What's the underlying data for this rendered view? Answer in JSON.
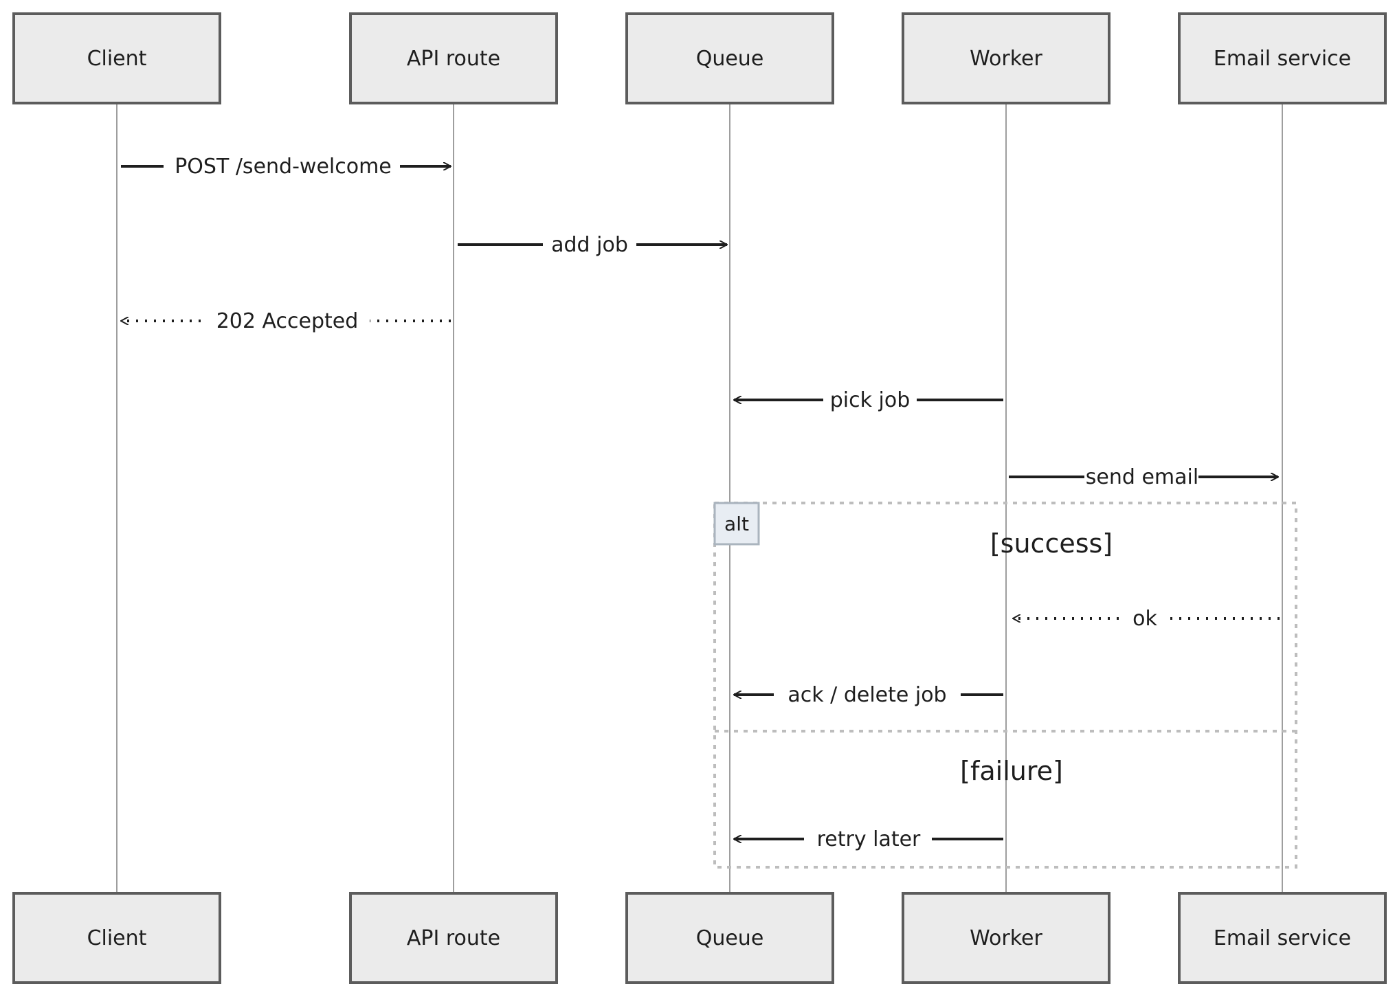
{
  "diagram": {
    "participants": [
      {
        "id": "client",
        "label": "Client"
      },
      {
        "id": "api",
        "label": "API route"
      },
      {
        "id": "queue",
        "label": "Queue"
      },
      {
        "id": "worker",
        "label": "Worker"
      },
      {
        "id": "email",
        "label": "Email service"
      }
    ],
    "messages": [
      {
        "from": "client",
        "to": "api",
        "label": "POST /send-welcome",
        "style": "solid"
      },
      {
        "from": "api",
        "to": "queue",
        "label": "add job",
        "style": "solid"
      },
      {
        "from": "api",
        "to": "client",
        "label": "202 Accepted",
        "style": "dotted"
      },
      {
        "from": "worker",
        "to": "queue",
        "label": "pick job",
        "style": "solid"
      },
      {
        "from": "worker",
        "to": "email",
        "label": "send email",
        "style": "solid"
      },
      {
        "from": "email",
        "to": "worker",
        "label": "ok",
        "style": "dotted"
      },
      {
        "from": "worker",
        "to": "queue",
        "label": "ack / delete job",
        "style": "solid"
      },
      {
        "from": "worker",
        "to": "queue",
        "label": "retry later",
        "style": "solid"
      }
    ],
    "alt_block": {
      "label": "alt",
      "success_guard": "[success]",
      "failure_guard": "[failure]"
    }
  },
  "colors": {
    "box_fill": "#ebebeb",
    "box_stroke": "#5c5c5c",
    "lifeline": "#9e9e9e",
    "ink": "#1e1e1e",
    "alt_frame": "#bdbdbd",
    "alt_tag_fill": "#e8edf3",
    "alt_tag_stroke": "#aab4be"
  }
}
